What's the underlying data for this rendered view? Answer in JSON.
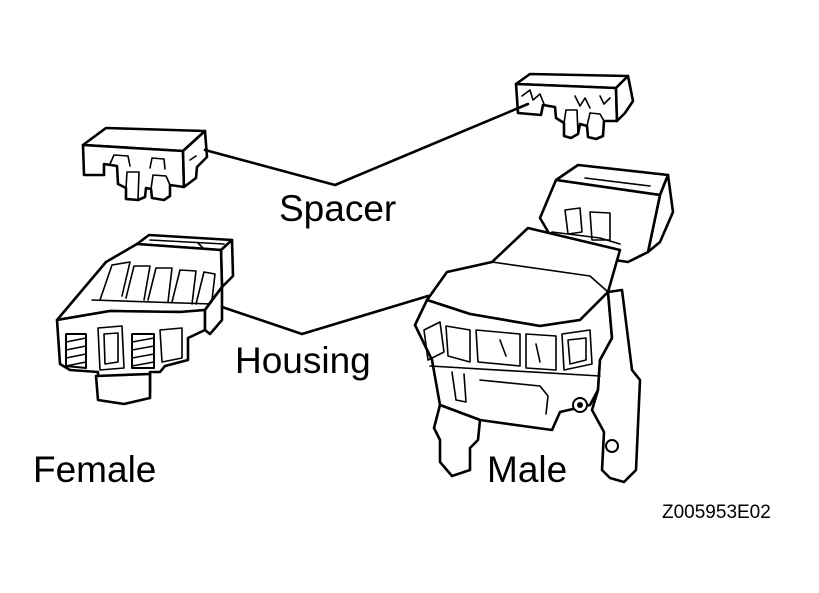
{
  "labels": {
    "spacer": "Spacer",
    "housing": "Housing",
    "female": "Female",
    "male": "Male",
    "figure_code": "Z005953E02"
  },
  "colors": {
    "line": "#000000",
    "background": "#ffffff"
  }
}
